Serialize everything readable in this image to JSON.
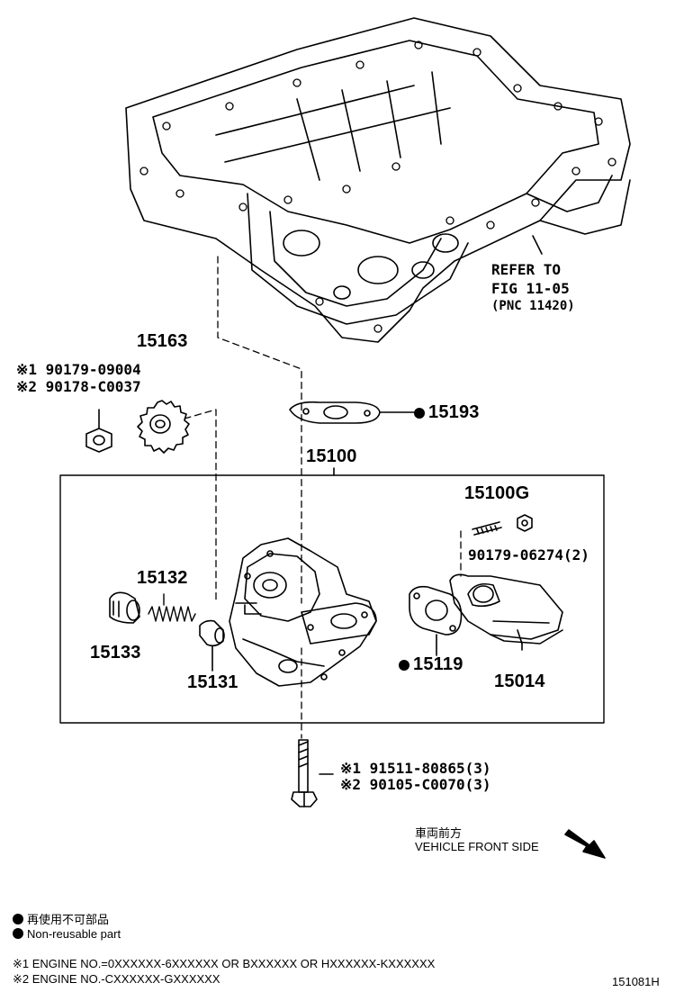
{
  "parts": {
    "p15163": "15163",
    "p15193": "15193",
    "p15100": "15100",
    "p15100G": "15100G",
    "p15132": "15132",
    "p15133": "15133",
    "p15131": "15131",
    "p15119": "15119",
    "p15014": "15014"
  },
  "fasteners": {
    "nut_line1": "※1 90179-09004",
    "nut_line2": "※2 90178-C0037",
    "stud_nut": "90179-06274(2)",
    "bolt_line1": "※1 91511-80865(3)",
    "bolt_line2": "※2 90105-C0070(3)"
  },
  "refer": {
    "line1": "REFER TO",
    "line2": "FIG 11-05",
    "line3": "(PNC 11420)"
  },
  "direction": {
    "jp": "車両前方",
    "en": "VEHICLE FRONT SIDE"
  },
  "legend": {
    "jp": "再使用不可部品",
    "en": "Non-reusable part",
    "engine1": "※1 ENGINE NO.=0XXXXXX-6XXXXXX OR BXXXXXX OR HXXXXXX-KXXXXXX",
    "engine2": "※2 ENGINE NO.-CXXXXXX-GXXXXXX"
  },
  "figure_id": "151081H"
}
